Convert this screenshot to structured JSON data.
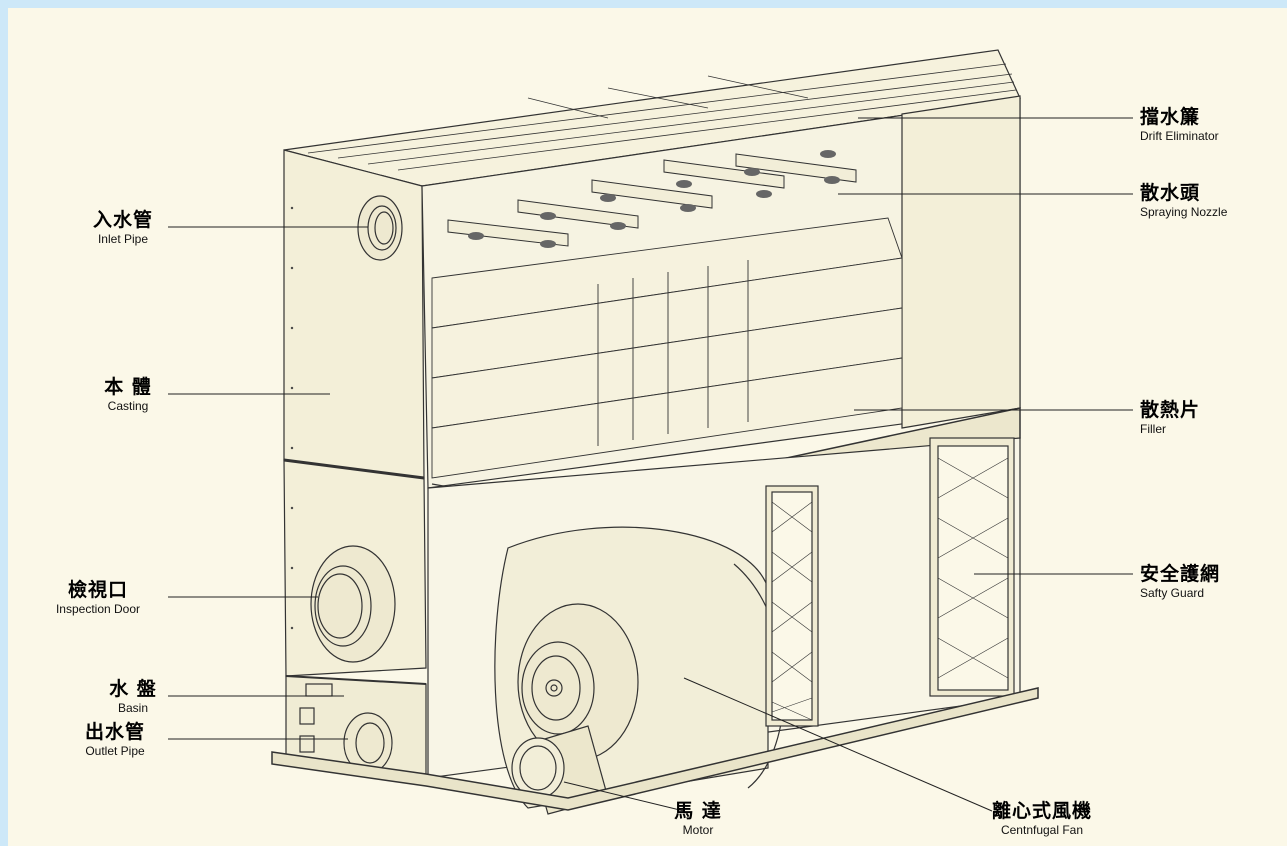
{
  "labels": {
    "drift_eliminator": {
      "zh": "擋水簾",
      "en": "Drift Eliminator"
    },
    "spraying_nozzle": {
      "zh": "散水頭",
      "en": "Spraying Nozzle"
    },
    "inlet_pipe": {
      "zh": "入水管",
      "en": "Inlet Pipe"
    },
    "casting": {
      "zh": "本 體",
      "en": "Casting"
    },
    "filler": {
      "zh": "散熱片",
      "en": "Filler"
    },
    "inspection_door": {
      "zh": "檢視口",
      "en": "Inspection Door"
    },
    "safety_guard": {
      "zh": "安全護網",
      "en": "Safty Guard"
    },
    "basin": {
      "zh": "水 盤",
      "en": "Basin"
    },
    "outlet_pipe": {
      "zh": "出水管",
      "en": "Outlet Pipe"
    },
    "motor": {
      "zh": "馬 達",
      "en": "Motor"
    },
    "centrifugal_fan": {
      "zh": "離心式風機",
      "en": "Centnfugal Fan"
    }
  },
  "colors": {
    "background": "#cde8f8",
    "paper": "#fbf8e8",
    "line": "#333333"
  }
}
